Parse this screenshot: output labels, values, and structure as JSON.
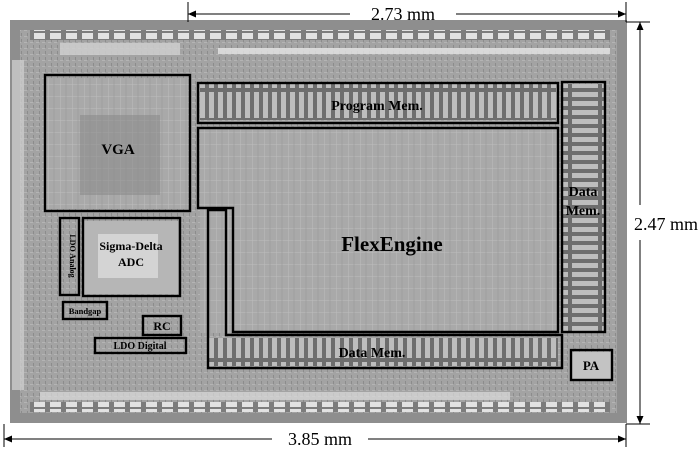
{
  "figure": {
    "dimensions": {
      "top_width": "2.73 mm",
      "right_height": "2.47 mm",
      "bottom_width": "3.85 mm"
    },
    "blocks": {
      "vga": "VGA",
      "program_mem": "Program Mem.",
      "flexengine": "FlexEngine",
      "data_mem_right_line1": "Data",
      "data_mem_right_line2": "Mem.",
      "data_mem_bottom": "Data Mem.",
      "ldo_analog": "LDO Analog",
      "sigma_delta_line1": "Sigma-Delta",
      "sigma_delta_line2": "ADC",
      "bandgap": "Bandgap",
      "rc": "RC",
      "ldo_digital": "LDO Digital",
      "pa": "PA"
    },
    "colors": {
      "die": "#9a9a9a",
      "die_dark": "#6f6f6f",
      "die_light": "#c8c8c8",
      "outline": "#000000"
    }
  }
}
